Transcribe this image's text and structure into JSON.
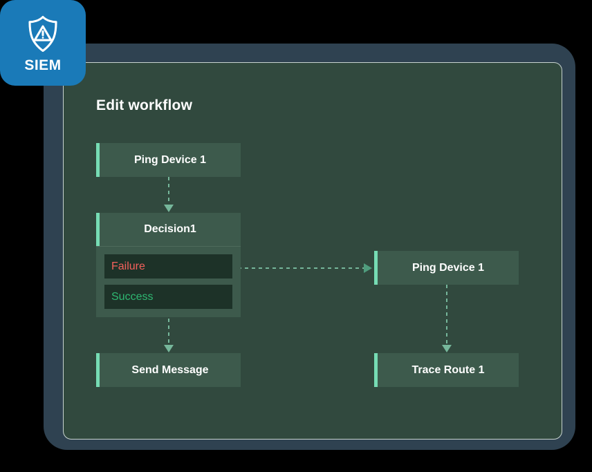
{
  "badge": {
    "label": "SIEM",
    "icon": "shield-warning-icon",
    "color": "#1a7ab8"
  },
  "panel": {
    "title": "Edit workflow",
    "background": "#31493e",
    "frame_color": "#2f4251"
  },
  "theme": {
    "accent": "#76dcb4",
    "node_bg": "#3d5a4c",
    "branch_bg": "#1d3228",
    "failure_color": "#f4615c",
    "success_color": "#2eb872",
    "text_color": "#ffffff",
    "connector_color": "#76b79b"
  },
  "workflow": {
    "nodes": [
      {
        "id": "ping-device-1",
        "label": "Ping Device 1"
      },
      {
        "id": "decision-1",
        "label": "Decision1"
      },
      {
        "id": "send-message",
        "label": "Send Message"
      },
      {
        "id": "ping-device-2",
        "label": "Ping Device 1"
      },
      {
        "id": "trace-route-1",
        "label": "Trace Route 1"
      }
    ],
    "branches": [
      {
        "id": "failure",
        "label": "Failure"
      },
      {
        "id": "success",
        "label": "Success"
      }
    ],
    "connections": [
      {
        "from": "ping-device-1",
        "to": "decision-1"
      },
      {
        "from": "failure",
        "to": "ping-device-2"
      },
      {
        "from": "success",
        "to": "send-message"
      },
      {
        "from": "ping-device-2",
        "to": "trace-route-1"
      }
    ]
  }
}
